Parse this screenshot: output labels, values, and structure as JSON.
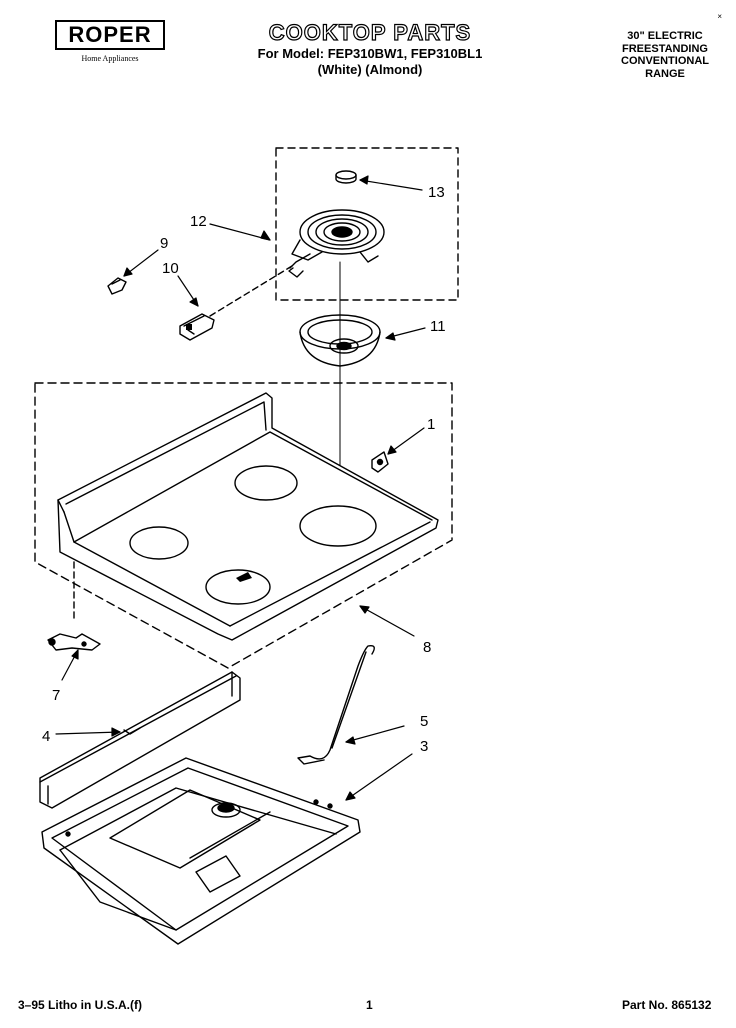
{
  "header": {
    "logo_text": "ROPER",
    "logo_subtitle": "Home Appliances",
    "title": "COOKTOP PARTS",
    "models_line": "For Model: FEP310BW1, FEP310BL1",
    "colors_line": "(White)   (Almond)",
    "corner_mark": "×",
    "description": [
      "30\" ELECTRIC",
      "FREESTANDING",
      "CONVENTIONAL",
      "RANGE"
    ]
  },
  "callouts": {
    "c1": "1",
    "c3": "3",
    "c4": "4",
    "c5": "5",
    "c7": "7",
    "c8": "8",
    "c9": "9",
    "c10": "10",
    "c11": "11",
    "c12": "12",
    "c13": "13"
  },
  "footer": {
    "litho": "3–95 Litho in U.S.A.(f)",
    "page": "1",
    "part_no": "Part No. 865132"
  }
}
